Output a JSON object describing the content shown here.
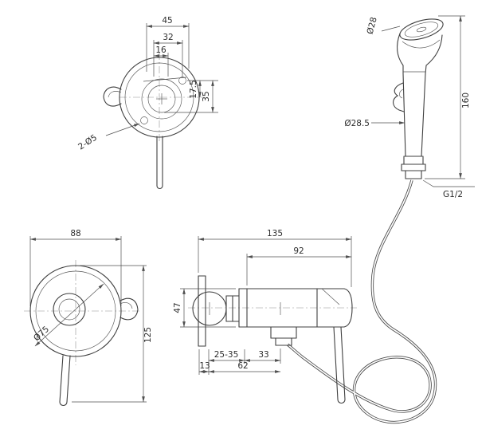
{
  "colors": {
    "line": "#3f3f3f",
    "dimension": "#4f4f4f",
    "background": "#ffffff"
  },
  "dimensions": {
    "bracket_front": {
      "width_overall": "45",
      "width_mid": "32",
      "width_inner": "16",
      "height_upper": "17.5",
      "height_total": "35",
      "holes": "2-Ø5"
    },
    "sprayer": {
      "head_diameter": "Ø28",
      "height": "160",
      "handle_diameter": "Ø28.5",
      "thread": "G1/2"
    },
    "escutcheon_front": {
      "width": "88",
      "plate_diameter": "Ø75",
      "height": "125"
    },
    "valve_side": {
      "length_overall": "135",
      "body_length": "92",
      "height": "47",
      "wall_range": "25-35",
      "offset_a": "33",
      "offset_b": "13",
      "offset_c": "62"
    }
  }
}
